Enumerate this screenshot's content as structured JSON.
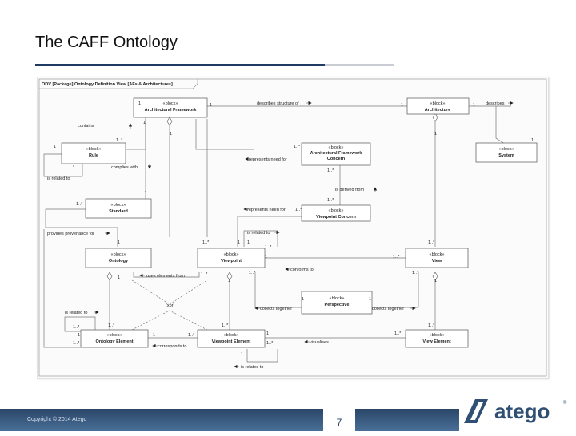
{
  "slide": {
    "title": "The CAFF Ontology",
    "copyright": "Copyright © 2014 Atego",
    "page_number": "7",
    "logo_text": "atego",
    "colors": {
      "accent": "#1f3b63",
      "rule_gray": "#c9ccd3",
      "footer": "#2f4f75"
    }
  },
  "diagram": {
    "frame_title": "ODV [Package] Ontology Definition View [AFs & Architectures]",
    "stereotype": "«block»",
    "blocks": {
      "architectural_framework": "Architectural Framework",
      "architecture": "Architecture",
      "system": "System",
      "rule": "Rule",
      "af_concern": "Architectural Framework Concern",
      "standard": "Standard",
      "viewpoint_concern": "Viewpoint Concern",
      "ontology": "Ontology",
      "viewpoint": "Viewpoint",
      "view": "View",
      "perspective": "Perspective",
      "ontology_element": "Ontology Element",
      "viewpoint_element": "Viewpoint Element",
      "view_element": "View Element"
    },
    "relations": {
      "describes_structure_of": "describes structure of",
      "describes": "describes",
      "contains": "contains",
      "complies_with": "complies with",
      "is_related_to_rule": "is related to",
      "represents_need_for_af": "represents need for",
      "is_derived_from": "is derived from",
      "represents_need_for_vp": "represents need for",
      "provides_provenance_for": "provides provenance for",
      "is_related_to_vp": "is related to",
      "conforms_to": "conforms to",
      "uses_elements_from": "uses elements from",
      "collects_together_vp": "collects together",
      "collects_together_view": "collects together",
      "is_related_to_oe": "is related to",
      "corresponds_to": "corresponds to",
      "visualises": "visualises",
      "is_related_to_ve": "is related to",
      "xor": "{xor}"
    },
    "multiplicities": {
      "one": "1",
      "one_many": "1..*",
      "star": "*"
    }
  }
}
